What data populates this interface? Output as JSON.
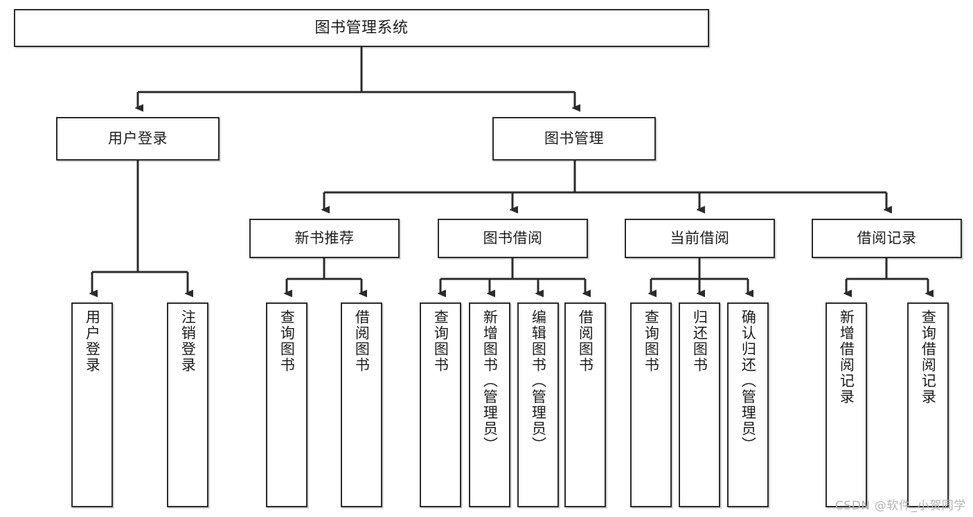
{
  "diagram": {
    "title": "图书管理系统",
    "type": "tree-hierarchy-diagram",
    "watermark": "CSDN @软件_小贺同学",
    "colors": {
      "node_border": "#2b2b2b",
      "node_fill": "#ffffff",
      "edge": "#2b2b2b",
      "text": "#1d1d1d",
      "watermark": "#b4b4b4",
      "background": "#ffffff"
    },
    "nodes": {
      "root": {
        "label": "图书管理系统"
      },
      "level1": [
        {
          "id": "user-login",
          "label": "用户登录"
        },
        {
          "id": "book-manage",
          "label": "图书管理"
        }
      ],
      "level2": [
        {
          "id": "new-book-rec",
          "label": "新书推荐"
        },
        {
          "id": "book-borrow",
          "label": "图书借阅"
        },
        {
          "id": "current-borrow",
          "label": "当前借阅"
        },
        {
          "id": "borrow-record",
          "label": "借阅记录"
        }
      ],
      "leaves": {
        "user-login": [
          {
            "id": "leaf-user-login",
            "label": "用户登录"
          },
          {
            "id": "leaf-logout-login",
            "label": "注销登录"
          }
        ],
        "new-book-rec": [
          {
            "id": "leaf-query-book-1",
            "label": "查询图书"
          },
          {
            "id": "leaf-borrow-book-1",
            "label": "借阅图书"
          }
        ],
        "book-borrow": [
          {
            "id": "leaf-query-book-2",
            "label": "查询图书"
          },
          {
            "id": "leaf-add-book",
            "label": "新增图书（管理员）"
          },
          {
            "id": "leaf-edit-book",
            "label": "编辑图书（管理员）"
          },
          {
            "id": "leaf-borrow-book-2",
            "label": "借阅图书"
          }
        ],
        "current-borrow": [
          {
            "id": "leaf-query-book-3",
            "label": "查询图书"
          },
          {
            "id": "leaf-return-book",
            "label": "归还图书"
          },
          {
            "id": "leaf-confirm-return",
            "label": "确认归还（管理员）"
          }
        ],
        "borrow-record": [
          {
            "id": "leaf-add-record",
            "label": "新增借阅记录"
          },
          {
            "id": "leaf-query-record",
            "label": "查询借阅记录"
          }
        ]
      }
    }
  }
}
